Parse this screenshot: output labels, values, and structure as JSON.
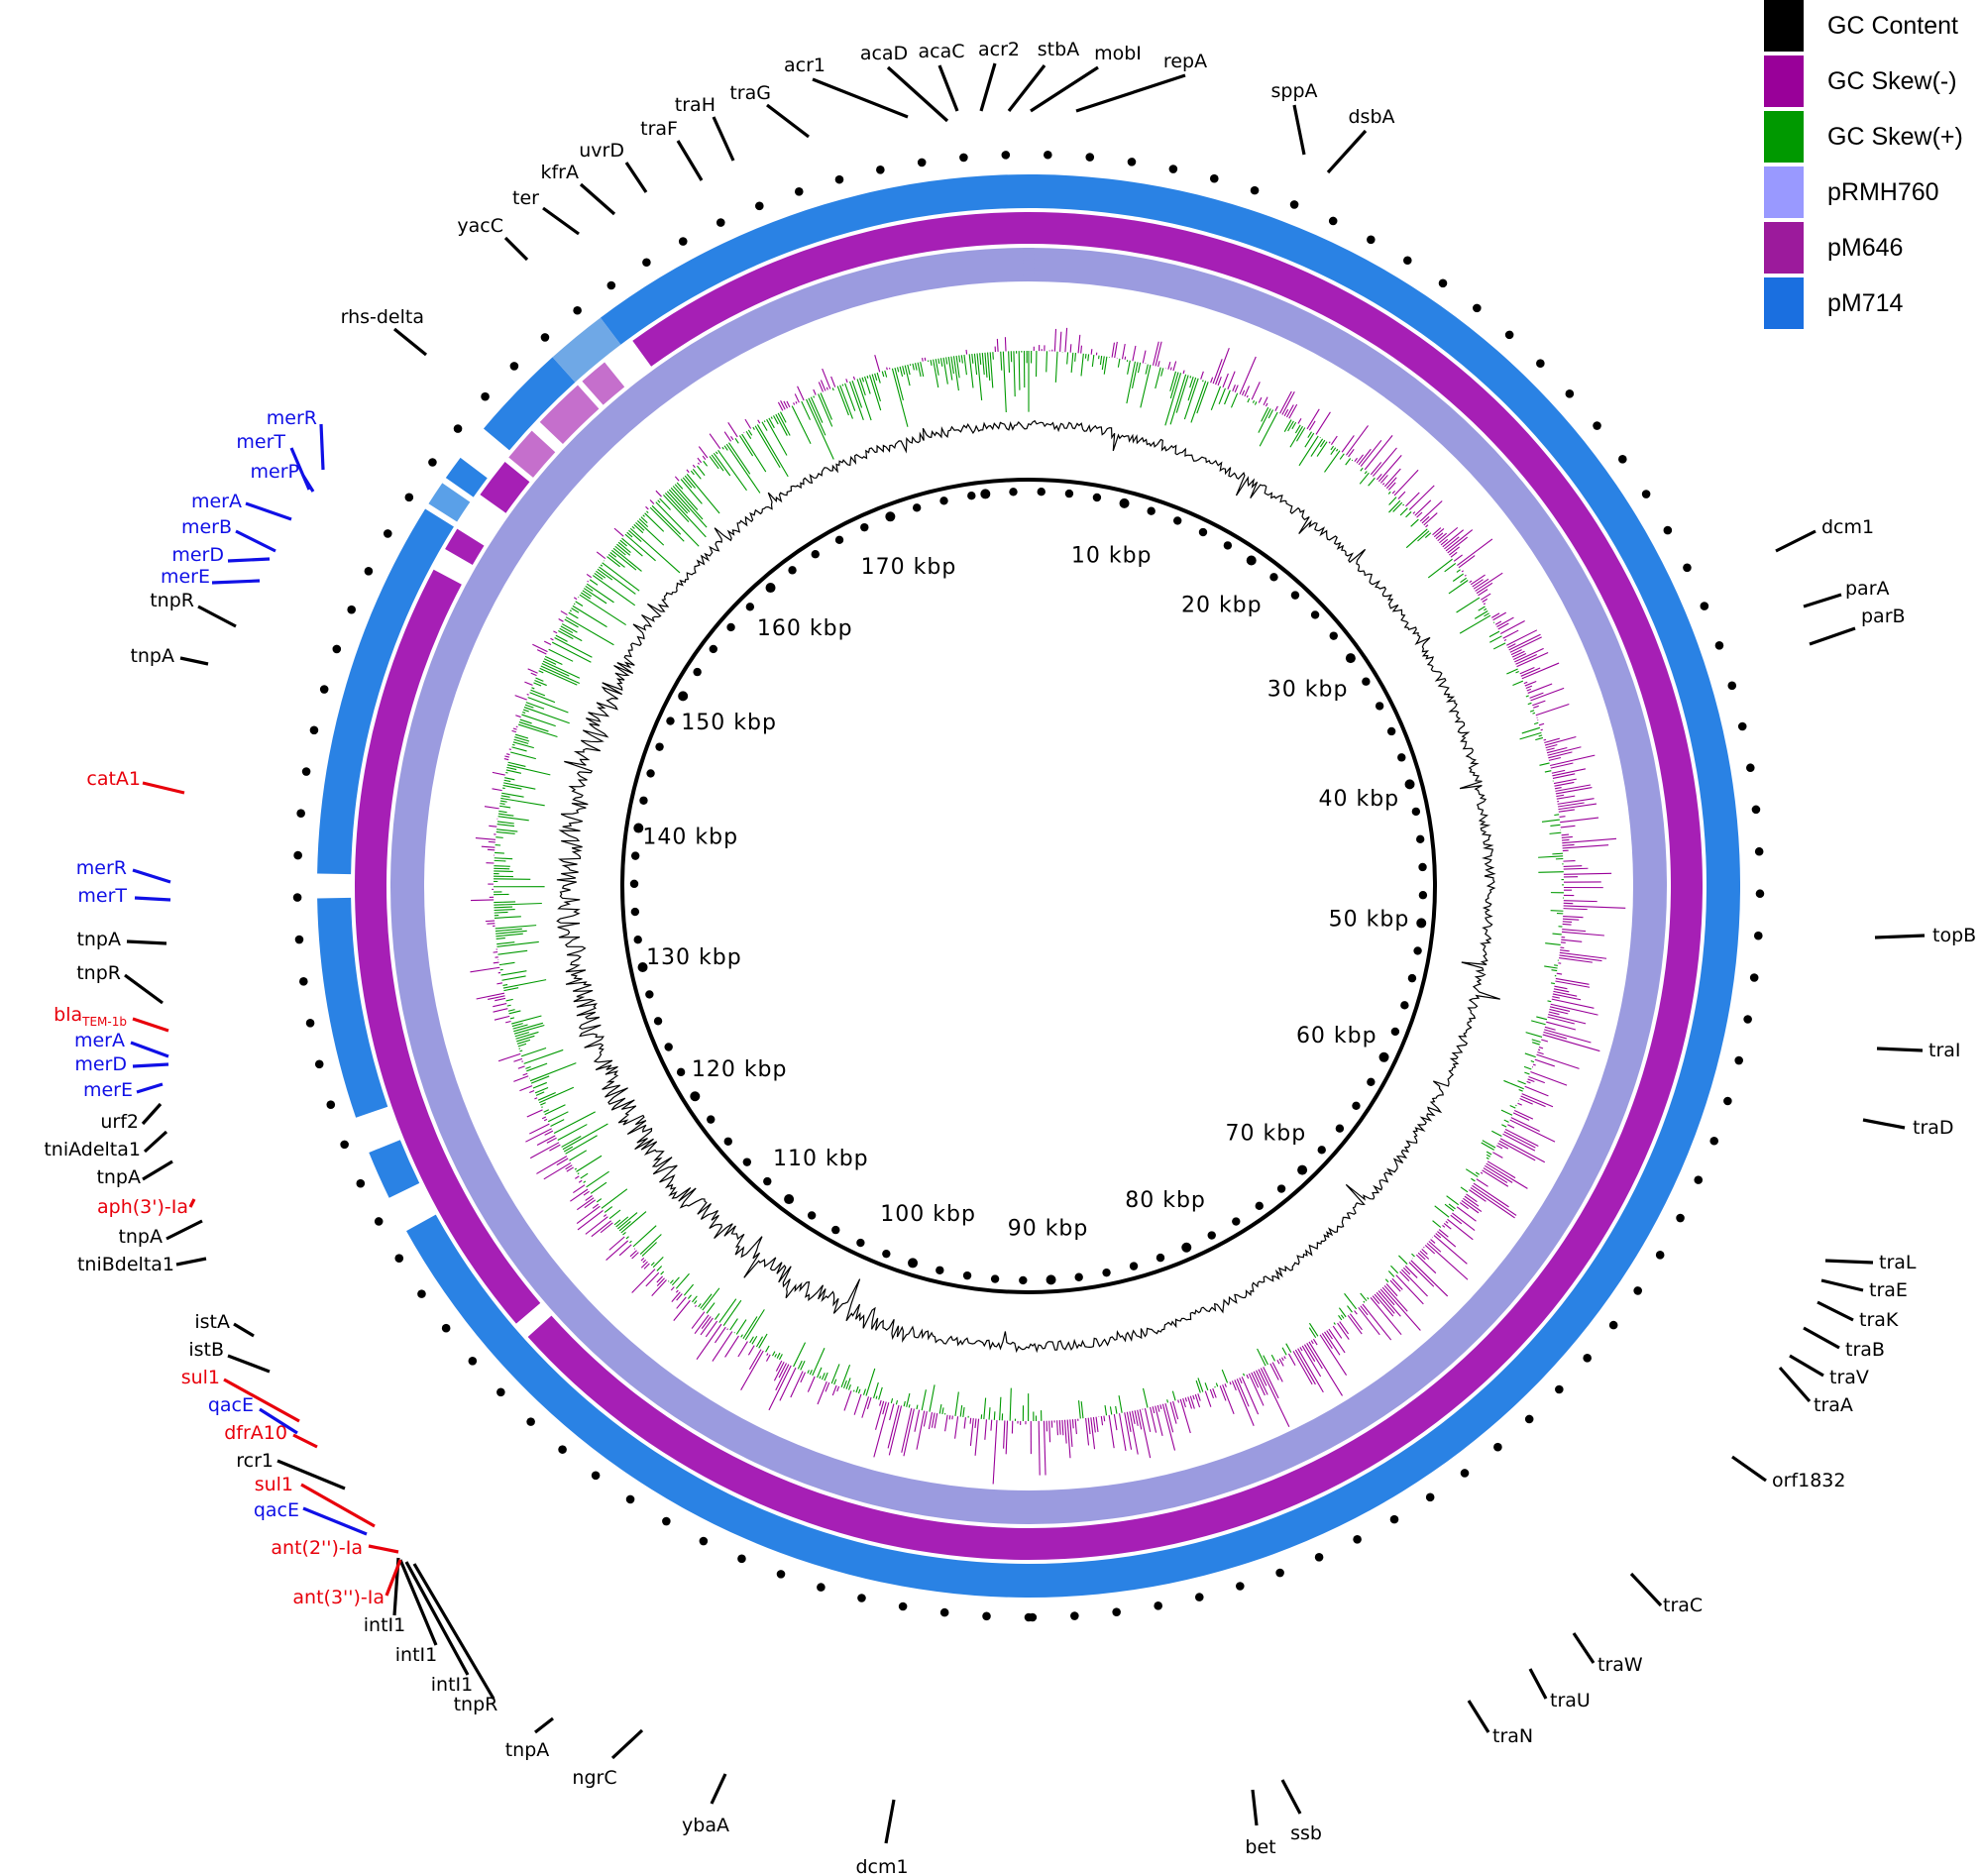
{
  "legend": [
    {
      "label": "GC Content",
      "color": "#000000"
    },
    {
      "label": "GC Skew(-)",
      "color": "#990099"
    },
    {
      "label": "GC Skew(+)",
      "color": "#009900"
    },
    {
      "label": "pRMH760",
      "color": "#9999ff"
    },
    {
      "label": "pM646",
      "color": "#9c1a9c"
    },
    {
      "label": "pM714",
      "color": "#1a6fe0"
    }
  ],
  "colors": {
    "ring_blue": "#2a82e4",
    "ring_purple": "#a61fb5",
    "ring_lavender": "#9b9bdf",
    "skew_neg": "#990099",
    "skew_pos": "#009900",
    "gc": "#000000",
    "label_black": "#000000",
    "label_red": "#e8000b",
    "label_blue": "#1010e6"
  },
  "genome": {
    "total_kbp": 177,
    "tick_labels": [
      {
        "kbp": 10,
        "text": "10 kbp"
      },
      {
        "kbp": 20,
        "text": "20 kbp"
      },
      {
        "kbp": 30,
        "text": "30 kbp"
      },
      {
        "kbp": 40,
        "text": "40 kbp"
      },
      {
        "kbp": 50,
        "text": "50 kbp"
      },
      {
        "kbp": 60,
        "text": "60 kbp"
      },
      {
        "kbp": 70,
        "text": "70 kbp"
      },
      {
        "kbp": 80,
        "text": "80 kbp"
      },
      {
        "kbp": 90,
        "text": "90 kbp"
      },
      {
        "kbp": 100,
        "text": "100 kbp"
      },
      {
        "kbp": 110,
        "text": "110 kbp"
      },
      {
        "kbp": 120,
        "text": "120 kbp"
      },
      {
        "kbp": 130,
        "text": "130 kbp"
      },
      {
        "kbp": 140,
        "text": "140 kbp"
      },
      {
        "kbp": 150,
        "text": "150 kbp"
      },
      {
        "kbp": 160,
        "text": "160 kbp"
      },
      {
        "kbp": 170,
        "text": "170 kbp"
      }
    ]
  },
  "genes": [
    {
      "text": "acr1",
      "color": "black"
    },
    {
      "text": "acaD",
      "color": "black"
    },
    {
      "text": "acaC",
      "color": "black"
    },
    {
      "text": "acr2",
      "color": "black"
    },
    {
      "text": "stbA",
      "color": "black"
    },
    {
      "text": "mobI",
      "color": "black"
    },
    {
      "text": "repA",
      "color": "black"
    },
    {
      "text": "sppA",
      "color": "black"
    },
    {
      "text": "dsbA",
      "color": "black"
    },
    {
      "text": "dcm1",
      "color": "black"
    },
    {
      "text": "parA",
      "color": "black"
    },
    {
      "text": "parB",
      "color": "black"
    },
    {
      "text": "topB",
      "color": "black"
    },
    {
      "text": "traI",
      "color": "black"
    },
    {
      "text": "traD",
      "color": "black"
    },
    {
      "text": "traL",
      "color": "black"
    },
    {
      "text": "traE",
      "color": "black"
    },
    {
      "text": "traK",
      "color": "black"
    },
    {
      "text": "traB",
      "color": "black"
    },
    {
      "text": "traV",
      "color": "black"
    },
    {
      "text": "traA",
      "color": "black"
    },
    {
      "text": "orf1832",
      "color": "black"
    },
    {
      "text": "traC",
      "color": "black"
    },
    {
      "text": "traW",
      "color": "black"
    },
    {
      "text": "traU",
      "color": "black"
    },
    {
      "text": "traN",
      "color": "black"
    },
    {
      "text": "ssb",
      "color": "black"
    },
    {
      "text": "bet",
      "color": "black"
    },
    {
      "text": "dcm1",
      "color": "black"
    },
    {
      "text": "ybaA",
      "color": "black"
    },
    {
      "text": "ngrC",
      "color": "black"
    },
    {
      "text": "tnpA",
      "color": "black"
    },
    {
      "text": "tnpR",
      "color": "black"
    },
    {
      "text": "intI1",
      "color": "black"
    },
    {
      "text": "intI1",
      "color": "black"
    },
    {
      "text": "intI1",
      "color": "black"
    },
    {
      "text": "ant(3'')-Ia",
      "color": "red"
    },
    {
      "text": "ant(2'')-Ia",
      "color": "red"
    },
    {
      "text": "qacE",
      "color": "blue"
    },
    {
      "text": "sul1",
      "color": "red"
    },
    {
      "text": "rcr1",
      "color": "black"
    },
    {
      "text": "dfrA10",
      "color": "red"
    },
    {
      "text": "qacE",
      "color": "blue"
    },
    {
      "text": "sul1",
      "color": "red"
    },
    {
      "text": "istB",
      "color": "black"
    },
    {
      "text": "istA",
      "color": "black"
    },
    {
      "text": "tniBdelta1",
      "color": "black"
    },
    {
      "text": "tnpA",
      "color": "black"
    },
    {
      "text": "aph(3')-Ia",
      "color": "red"
    },
    {
      "text": "tnpA",
      "color": "black"
    },
    {
      "text": "tniAdelta1",
      "color": "black"
    },
    {
      "text": "urf2",
      "color": "black"
    },
    {
      "text": "merE",
      "color": "blue"
    },
    {
      "text": "merD",
      "color": "blue"
    },
    {
      "text": "merA",
      "color": "blue"
    },
    {
      "text": "bla",
      "sub": "TEM-1b",
      "color": "red"
    },
    {
      "text": "tnpR",
      "color": "black"
    },
    {
      "text": "tnpA",
      "color": "black"
    },
    {
      "text": "merT",
      "color": "blue"
    },
    {
      "text": "merR",
      "color": "blue"
    },
    {
      "text": "catA1",
      "color": "red"
    },
    {
      "text": "tnpA",
      "color": "black"
    },
    {
      "text": "tnpR",
      "color": "black"
    },
    {
      "text": "merE",
      "color": "blue"
    },
    {
      "text": "merD",
      "color": "blue"
    },
    {
      "text": "merB",
      "color": "blue"
    },
    {
      "text": "merA",
      "color": "blue"
    },
    {
      "text": "merP",
      "color": "blue"
    },
    {
      "text": "merT",
      "color": "blue"
    },
    {
      "text": "merR",
      "color": "blue"
    },
    {
      "text": "rhs-delta",
      "color": "black"
    },
    {
      "text": "yacC",
      "color": "black"
    },
    {
      "text": "ter",
      "color": "black"
    },
    {
      "text": "kfrA",
      "color": "black"
    },
    {
      "text": "uvrD",
      "color": "black"
    },
    {
      "text": "traF",
      "color": "black"
    },
    {
      "text": "traH",
      "color": "black"
    },
    {
      "text": "traG",
      "color": "black"
    }
  ]
}
